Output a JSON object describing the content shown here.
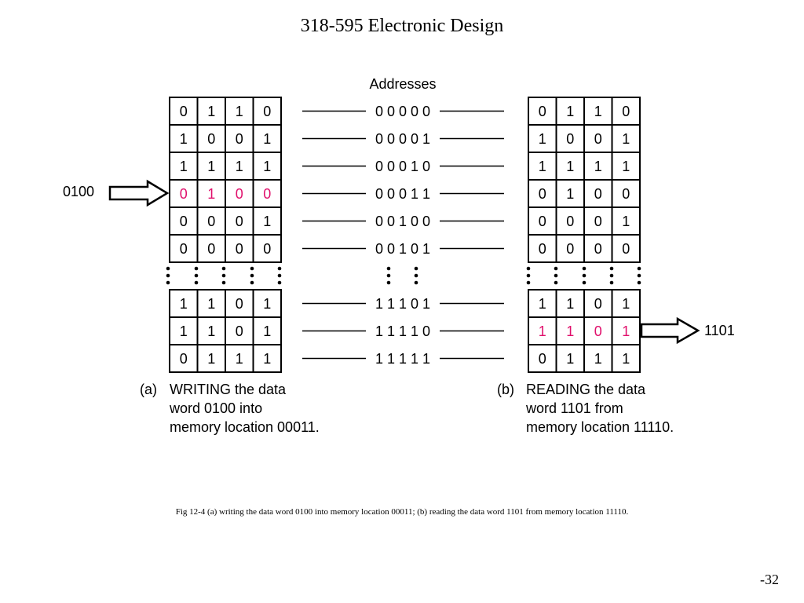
{
  "title": "318-595 Electronic Design",
  "addresses_header": "Addresses",
  "highlight_color": "#e0106c",
  "memory_a": {
    "top_rows": [
      [
        "0",
        "1",
        "1",
        "0"
      ],
      [
        "1",
        "0",
        "0",
        "1"
      ],
      [
        "1",
        "1",
        "1",
        "1"
      ],
      [
        "0",
        "1",
        "0",
        "0"
      ],
      [
        "0",
        "0",
        "0",
        "1"
      ],
      [
        "0",
        "0",
        "0",
        "0"
      ]
    ],
    "bottom_rows": [
      [
        "1",
        "1",
        "0",
        "1"
      ],
      [
        "1",
        "1",
        "0",
        "1"
      ],
      [
        "0",
        "1",
        "1",
        "1"
      ]
    ],
    "highlight_top_row": 3
  },
  "memory_b": {
    "top_rows": [
      [
        "0",
        "1",
        "1",
        "0"
      ],
      [
        "1",
        "0",
        "0",
        "1"
      ],
      [
        "1",
        "1",
        "1",
        "1"
      ],
      [
        "0",
        "1",
        "0",
        "0"
      ],
      [
        "0",
        "0",
        "0",
        "1"
      ],
      [
        "0",
        "0",
        "0",
        "0"
      ]
    ],
    "bottom_rows": [
      [
        "1",
        "1",
        "0",
        "1"
      ],
      [
        "1",
        "1",
        "0",
        "1"
      ],
      [
        "0",
        "1",
        "1",
        "1"
      ]
    ],
    "highlight_bottom_row": 1
  },
  "addresses": {
    "top": [
      "0 0 0 0 0",
      "0 0 0 0 1",
      "0 0 0 1 0",
      "0 0 0 1 1",
      "0 0 1 0 0",
      "0 0 1 0 1"
    ],
    "bottom": [
      "1 1 1 0 1",
      "1 1 1 1 0",
      "1 1 1 1 1"
    ]
  },
  "input_word": "0100",
  "output_word": "1101",
  "caption_a": {
    "label": "(a)",
    "lines": [
      "WRITING the data",
      "word 0100 into",
      "memory location 00011."
    ]
  },
  "caption_b": {
    "label": "(b)",
    "lines": [
      "READING the data",
      "word 1101 from",
      "memory location 11110."
    ]
  },
  "figure_caption": "Fig 12-4 (a) writing the data word 0100 into memory location 00011; (b) reading the data word 1101 from memory location 11110.",
  "page_number": "-32"
}
